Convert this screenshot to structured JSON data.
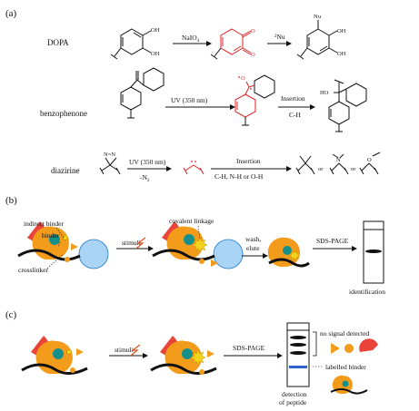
{
  "panel_a": {
    "label": "(a)",
    "rows": [
      {
        "name": "DOPA",
        "step1": "NaIO",
        "step1_sub": "4",
        "step2": "Nu",
        "step2_sup": "2",
        "product_sub": "Nu",
        "oh1": "OH",
        "oh2": "OH",
        "o1": "O",
        "o2": "O"
      },
      {
        "name": "benzophenone",
        "step1": "UV (350 nm)",
        "step2_line1": "Insertion",
        "step2_line2": "C-H",
        "radical": "O",
        "ho": "HO"
      },
      {
        "name": "diazirine",
        "step1_line1": "UV (350 nm)",
        "step1_line2": "-N",
        "step1_line2_sub": "2",
        "step2_line1": "Insertion",
        "step2_line2": "C-H, N-H or O-H",
        "nn": "N=N",
        "or1": "or",
        "or2": "or",
        "n_atom": "N",
        "o_atom": "O"
      }
    ]
  },
  "panel_b": {
    "label": "(b)",
    "indirect_binder": "indirect binder",
    "binder": "binder",
    "crosslinker": "crosslinker",
    "stimuli": "stimuli",
    "covalent_linkage": "covalent linkage",
    "wash": "wash,",
    "elute": "elute",
    "sds": "SDS-PAGE",
    "identification": "identification"
  },
  "panel_c": {
    "label": "(c)",
    "stimuli": "stimuli",
    "sds": "SDS-PAGE",
    "no_signal": "no signal detected",
    "labelled_binder": "labelled binder",
    "detection_line1": "detection",
    "detection_line2": "of peptide"
  },
  "colors": {
    "red": "#e8443a",
    "orange": "#f39c1c",
    "teal": "#14908c",
    "blue": "#a9d4f5",
    "blue_stroke": "#2277cc",
    "yellow": "#f3d21b",
    "dark": "#111111",
    "band_blue": "#2a66c9"
  }
}
